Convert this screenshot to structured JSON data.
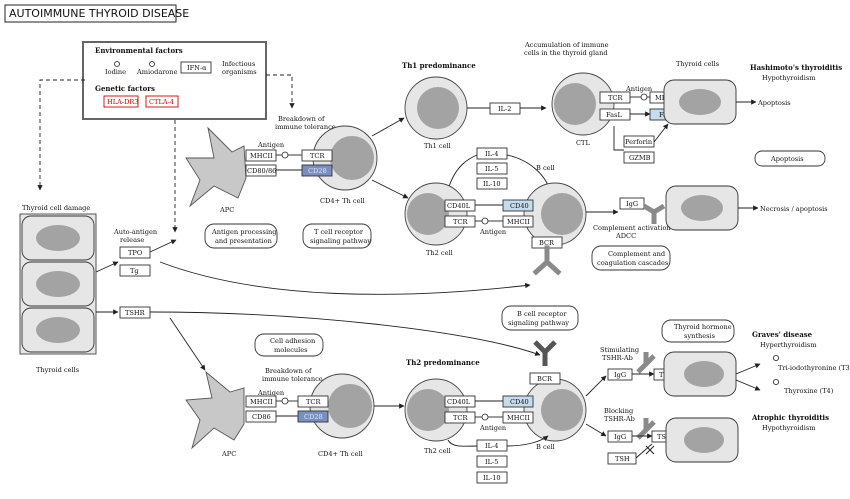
{
  "title": "AUTOIMMUNE THYROID DISEASE",
  "colors": {
    "cell_fill": "#e6e6e6",
    "nucleus_fill": "#a3a3a3",
    "receptor_blue": "#7a8fc0",
    "light_blue": "#c6dcec",
    "genetic_red": "#cc0000",
    "antibody_gray": "#8a8a8a"
  },
  "factors": {
    "env_title": "Environmental factors",
    "iodine": "Iodine",
    "amiodarone": "Amiodarone",
    "ifn": "IFN-α",
    "infectious1": "Infectious",
    "infectious2": "organisms",
    "gen_title": "Genetic factors",
    "hla": "HLA-DR3",
    "ctla": "CTLA-4"
  },
  "left": {
    "damage": "Thyroid cell damage",
    "cells": "Thyroid cells",
    "autoag1": "Auto-antigen",
    "autoag2": "release",
    "tpo": "TPO",
    "tg": "Tg",
    "tshr": "TSHR"
  },
  "top": {
    "breakdown1": "Breakdown of",
    "breakdown2": "immune tolerance",
    "antigen": "Antigen",
    "mhcii": "MHCII",
    "cd8086": "CD80/86",
    "tcr": "TCR",
    "cd28": "CD28",
    "apc": "APC",
    "cd4": "CD4+ Th cell",
    "proc1": "Antigen processing",
    "proc2": "and presentation",
    "tcrpath1": "T cell receptor",
    "tcrpath2": "signaling pathway",
    "th1pred": "Th1 predominance",
    "th1cell": "Th1 cell",
    "il2": "IL-2",
    "accum1": "Accumulation of immune",
    "accum2": "cells in the thyroid gland",
    "ctl": "CTL",
    "thycells": "Thyroid cells",
    "ctl_antigen": "Antigen",
    "ctl_tcr": "TCR",
    "mhci": "MHCI",
    "fasl": "FasL",
    "fas": "Fas",
    "perforin": "Perforin",
    "gzmb": "GZMB",
    "apoptosis_arrow": "Apoptosis",
    "apoptosis_box": "Apoptosis",
    "hashi": "Hashimoto's thyroiditis",
    "hypo1": "Hypothyroidism",
    "il4": "IL-4",
    "il5": "IL-5",
    "il10": "IL-10",
    "bcell": "B cell",
    "th2cell": "Th2 cell",
    "cd40l": "CD40L",
    "cd40": "CD40",
    "th2_tcr": "TCR",
    "th2_mhcii": "MHCII",
    "th2_antigen": "Antigen",
    "bcr": "BCR",
    "igg": "IgG",
    "compl1": "Complement activation",
    "compl2": "ADCC",
    "cascade1": "Complement and",
    "cascade2": "coagulation cascades",
    "necrosis": "Necrosis / apoptosis"
  },
  "bottom": {
    "bcrpath1": "B cell receptor",
    "bcrpath2": "signaling pathway",
    "adh1": "Cell adhesion",
    "adh2": "molecules",
    "breakdown1": "Breakdown of",
    "breakdown2": "immune tolerance",
    "antigen": "Antigen",
    "mhcii": "MHCII",
    "cd86": "CD86",
    "tcr": "TCR",
    "cd28": "CD28",
    "apc": "APC",
    "cd4": "CD4+ Th cell",
    "th2pred": "Th2 predominance",
    "th2cell": "Th2 cell",
    "cd40l": "CD40L",
    "cd40": "CD40",
    "tcr2": "TCR",
    "mhcii2": "MHCII",
    "antigen2": "Antigen",
    "bcr": "BCR",
    "bcell": "B cell",
    "il4": "IL-4",
    "il5": "IL-5",
    "il10": "IL-10",
    "stim1": "Stimulating",
    "stim2": "TSHR-Ab",
    "igg1": "IgG",
    "tshr1": "TSHR",
    "block1": "Blocking",
    "block2": "TSHR-Ab",
    "igg2": "IgG",
    "tshr2": "TSHR",
    "tsh": "TSH",
    "horm1": "Thyroid hormone",
    "horm2": "synthesis",
    "graves": "Graves' disease",
    "hyper": "Hyperthyroidism",
    "t3": "Tri-iodothyronine (T3)",
    "t4": "Thyroxine (T4)",
    "atrophic": "Atrophic thyroiditis",
    "hypo2": "Hypothyroidism"
  }
}
